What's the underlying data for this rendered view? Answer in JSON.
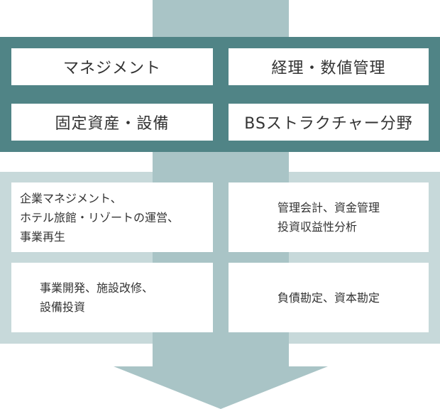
{
  "categories": [
    {
      "id": "mgmt",
      "label": "マネジメント"
    },
    {
      "id": "acct",
      "label": "経理・数値管理"
    },
    {
      "id": "assets",
      "label": "固定資産・設備"
    },
    {
      "id": "bs",
      "label": "BSストラクチャー分野"
    }
  ],
  "details": [
    {
      "id": "d1",
      "text": "企業マネジメント、\nホテル旅館・リゾートの運営、\n事業再生"
    },
    {
      "id": "d2",
      "text": "管理会計、資金管理\n投資収益性分析"
    },
    {
      "id": "d3",
      "text": "事業開発、施設改修、\n設備投資"
    },
    {
      "id": "d4",
      "text": "負債勘定、資本勘定"
    }
  ],
  "colors": {
    "dark_band": "#508486",
    "light_band": "#a9c4c6",
    "arrow": "#a9c4c6",
    "box": "#ffffff",
    "text": "#333333"
  }
}
